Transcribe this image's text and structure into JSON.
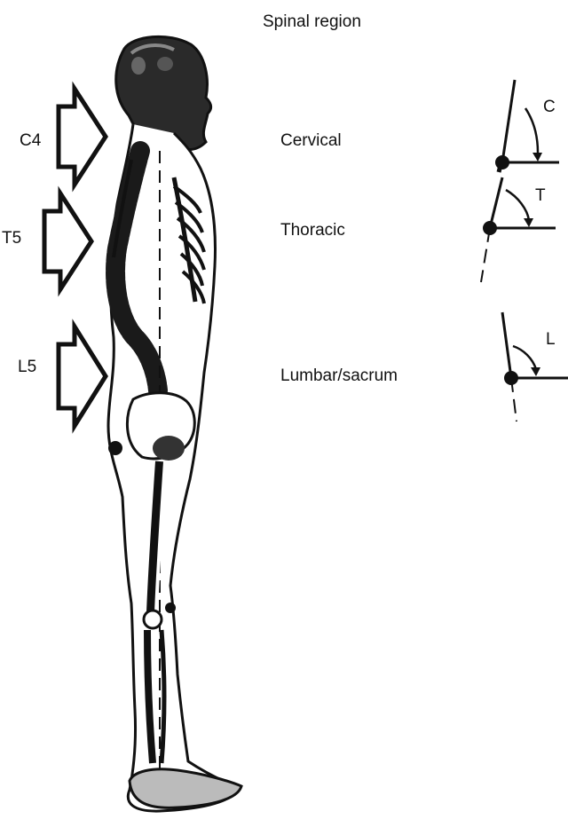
{
  "header": {
    "title": "Spinal region"
  },
  "arrows": [
    {
      "id": "c4",
      "label": "C4"
    },
    {
      "id": "t5",
      "label": "T5"
    },
    {
      "id": "l5",
      "label": "L5"
    }
  ],
  "regions": [
    {
      "name": "Cervical",
      "angle_label": "C"
    },
    {
      "name": "Thoracic",
      "angle_label": "T"
    },
    {
      "name": "Lumbar/sacrum",
      "angle_label": "L"
    }
  ]
}
